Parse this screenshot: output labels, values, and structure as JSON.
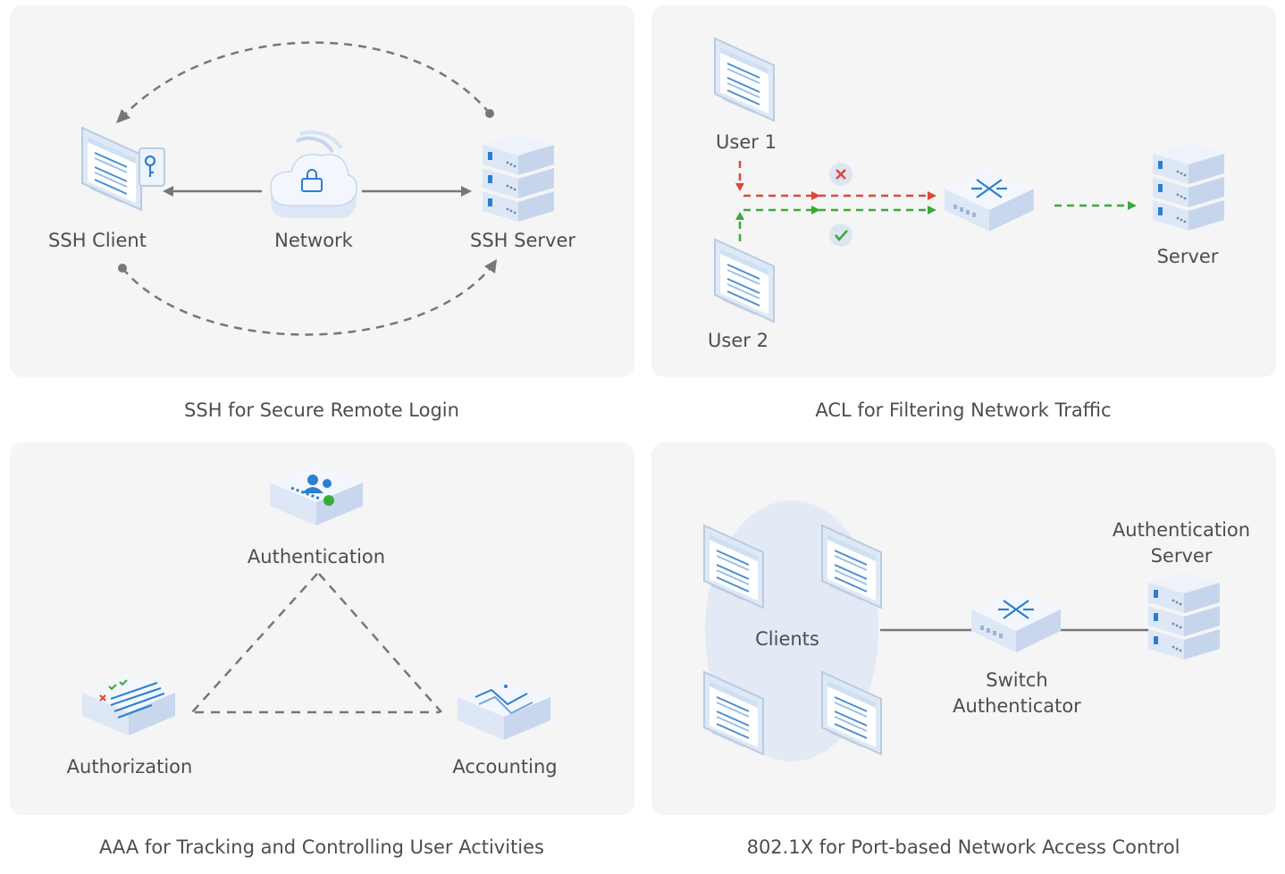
{
  "panels": {
    "ssh": {
      "caption": "SSH for Secure Remote Login",
      "client_label": "SSH Client",
      "network_label": "Network",
      "server_label": "SSH Server"
    },
    "acl": {
      "caption": "ACL for Filtering Network Traffic",
      "user1_label": "User 1",
      "user2_label": "User 2",
      "server_label": "Server"
    },
    "aaa": {
      "caption": "AAA for Tracking and Controlling User Activities",
      "authentication_label": "Authentication",
      "authorization_label": "Authorization",
      "accounting_label": "Accounting"
    },
    "dot1x": {
      "caption": "802.1X for Port-based Network Access Control",
      "clients_label": "Clients",
      "switch_label_1": "Switch",
      "switch_label_2": "Authenticator",
      "server_label_1": "Authentication",
      "server_label_2": "Server"
    }
  },
  "colors": {
    "panel_bg": "#f5f5f5",
    "deny": "#e0463a",
    "allow": "#3aaa3a",
    "icon_blue": "#2a7fd0",
    "line_gray": "#777777"
  }
}
